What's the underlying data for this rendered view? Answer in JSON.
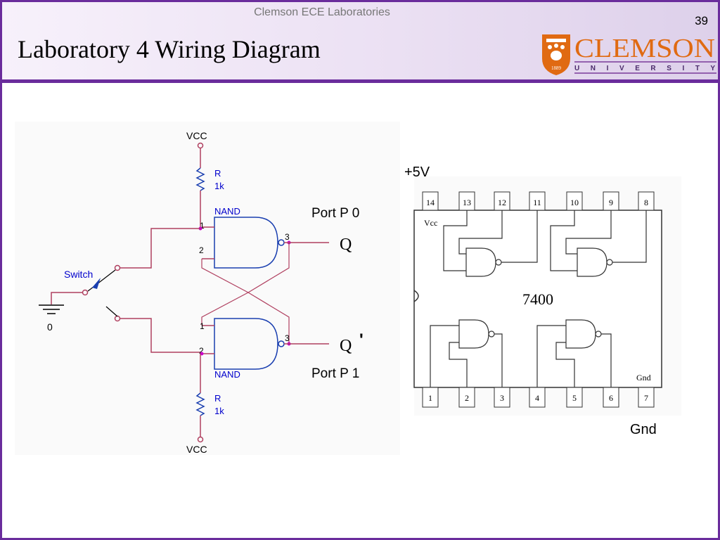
{
  "header": {
    "course": "Clemson ECE Laboratories",
    "slide_number": "39",
    "title": "Laboratory 4 Wiring Diagram",
    "logo_word": "CLEMSON",
    "logo_sub": "U N I V E R S I T Y",
    "logo_year": "1889"
  },
  "schematic": {
    "vcc_top": "VCC",
    "vcc_bottom": "VCC",
    "resistor_top_name": "R",
    "resistor_top_value": "1k",
    "resistor_bottom_name": "R",
    "resistor_bottom_value": "1k",
    "gate_top_label": "NAND",
    "gate_bottom_label": "NAND",
    "switch_label": "Switch",
    "ground_label": "0",
    "top_pin1": "1",
    "top_pin2": "2",
    "top_pin3": "3",
    "bot_pin1": "1",
    "bot_pin2": "2",
    "bot_pin3": "3",
    "port_p0": "Port P 0",
    "port_p1": "Port P 1",
    "q_label": "Q",
    "qbar_label": "Q",
    "qbar_prime": "'"
  },
  "chip": {
    "supply": "+5V",
    "part": "7400",
    "vcc_label": "Vcc",
    "gnd_inside": "Gnd",
    "gnd_outside": "Gnd",
    "top_pins": [
      "14",
      "13",
      "12",
      "11",
      "10",
      "9",
      "8"
    ],
    "bottom_pins": [
      "1",
      "2",
      "3",
      "4",
      "5",
      "6",
      "7"
    ]
  },
  "colors": {
    "frame": "#6a2c9c",
    "wire": "#b04060",
    "gate": "#1a3fb0",
    "label_blue": "#0000cc",
    "clemson_orange": "#e06a12"
  }
}
